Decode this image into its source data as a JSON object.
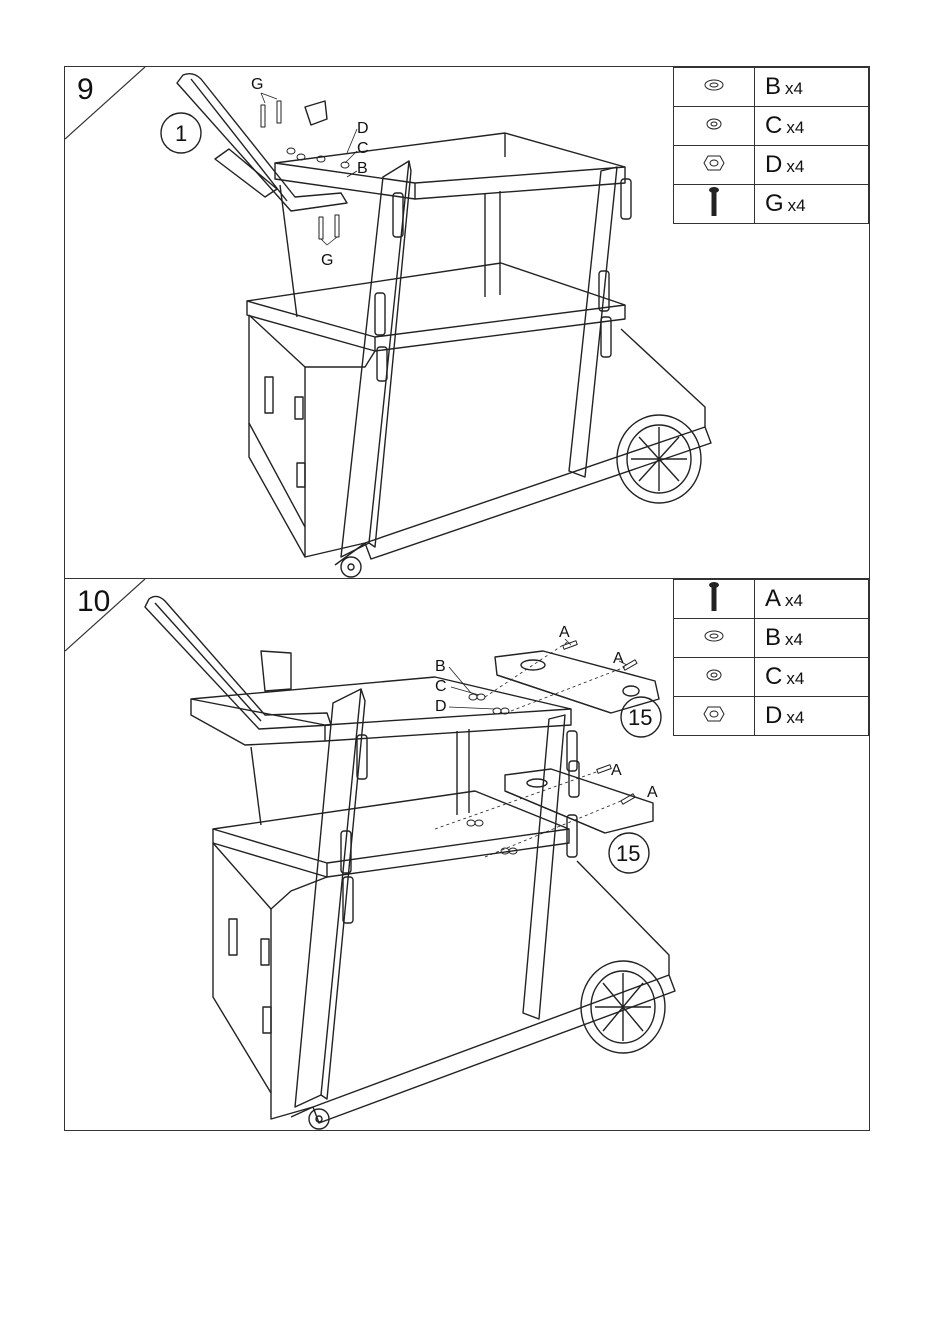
{
  "steps": [
    {
      "number": "9",
      "part_number": "1",
      "callouts": {
        "g_top": "G",
        "g_bottom": "G",
        "d": "D",
        "c": "C",
        "b": "B"
      },
      "parts": [
        {
          "icon": "flat-washer-icon",
          "letter": "B",
          "qty": "x4"
        },
        {
          "icon": "spring-washer-icon",
          "letter": "C",
          "qty": "x4"
        },
        {
          "icon": "hex-nut-icon",
          "letter": "D",
          "qty": "x4"
        },
        {
          "icon": "bolt-icon",
          "letter": "G",
          "qty": "x4"
        }
      ]
    },
    {
      "number": "10",
      "part_number_top": "15",
      "part_number_bottom": "15",
      "callouts": {
        "b": "B",
        "c": "C",
        "d": "D",
        "a1": "A",
        "a2": "A",
        "a3": "A",
        "a4": "A"
      },
      "parts": [
        {
          "icon": "bolt-icon",
          "letter": "A",
          "qty": "x4"
        },
        {
          "icon": "flat-washer-icon",
          "letter": "B",
          "qty": "x4"
        },
        {
          "icon": "spring-washer-icon",
          "letter": "C",
          "qty": "x4"
        },
        {
          "icon": "hex-nut-icon",
          "letter": "D",
          "qty": "x4"
        }
      ]
    }
  ]
}
